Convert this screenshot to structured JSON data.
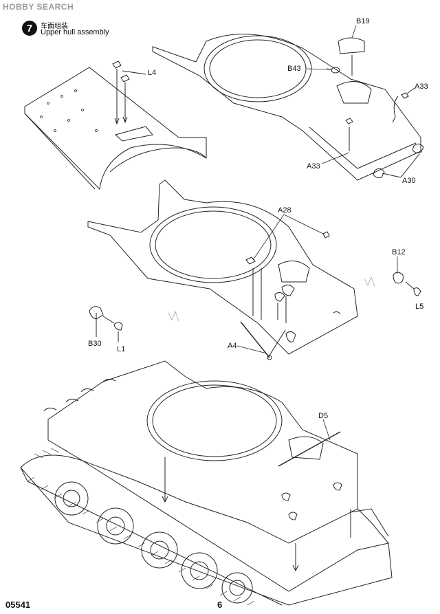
{
  "watermark": "HOBBY SEARCH",
  "step": {
    "number": "7",
    "title_cn": "车面组装",
    "title_en": "Upper hull assembly"
  },
  "callouts": {
    "B19": "B19",
    "B43": "B43",
    "A33": "A33",
    "L4": "L4",
    "A30": "A30",
    "A28": "A28",
    "B12": "B12",
    "L5": "L5",
    "B30": "B30",
    "L1": "L1",
    "A4": "A4",
    "D5": "D5"
  },
  "footer": {
    "kit_number": "05541",
    "page_number": "6"
  }
}
